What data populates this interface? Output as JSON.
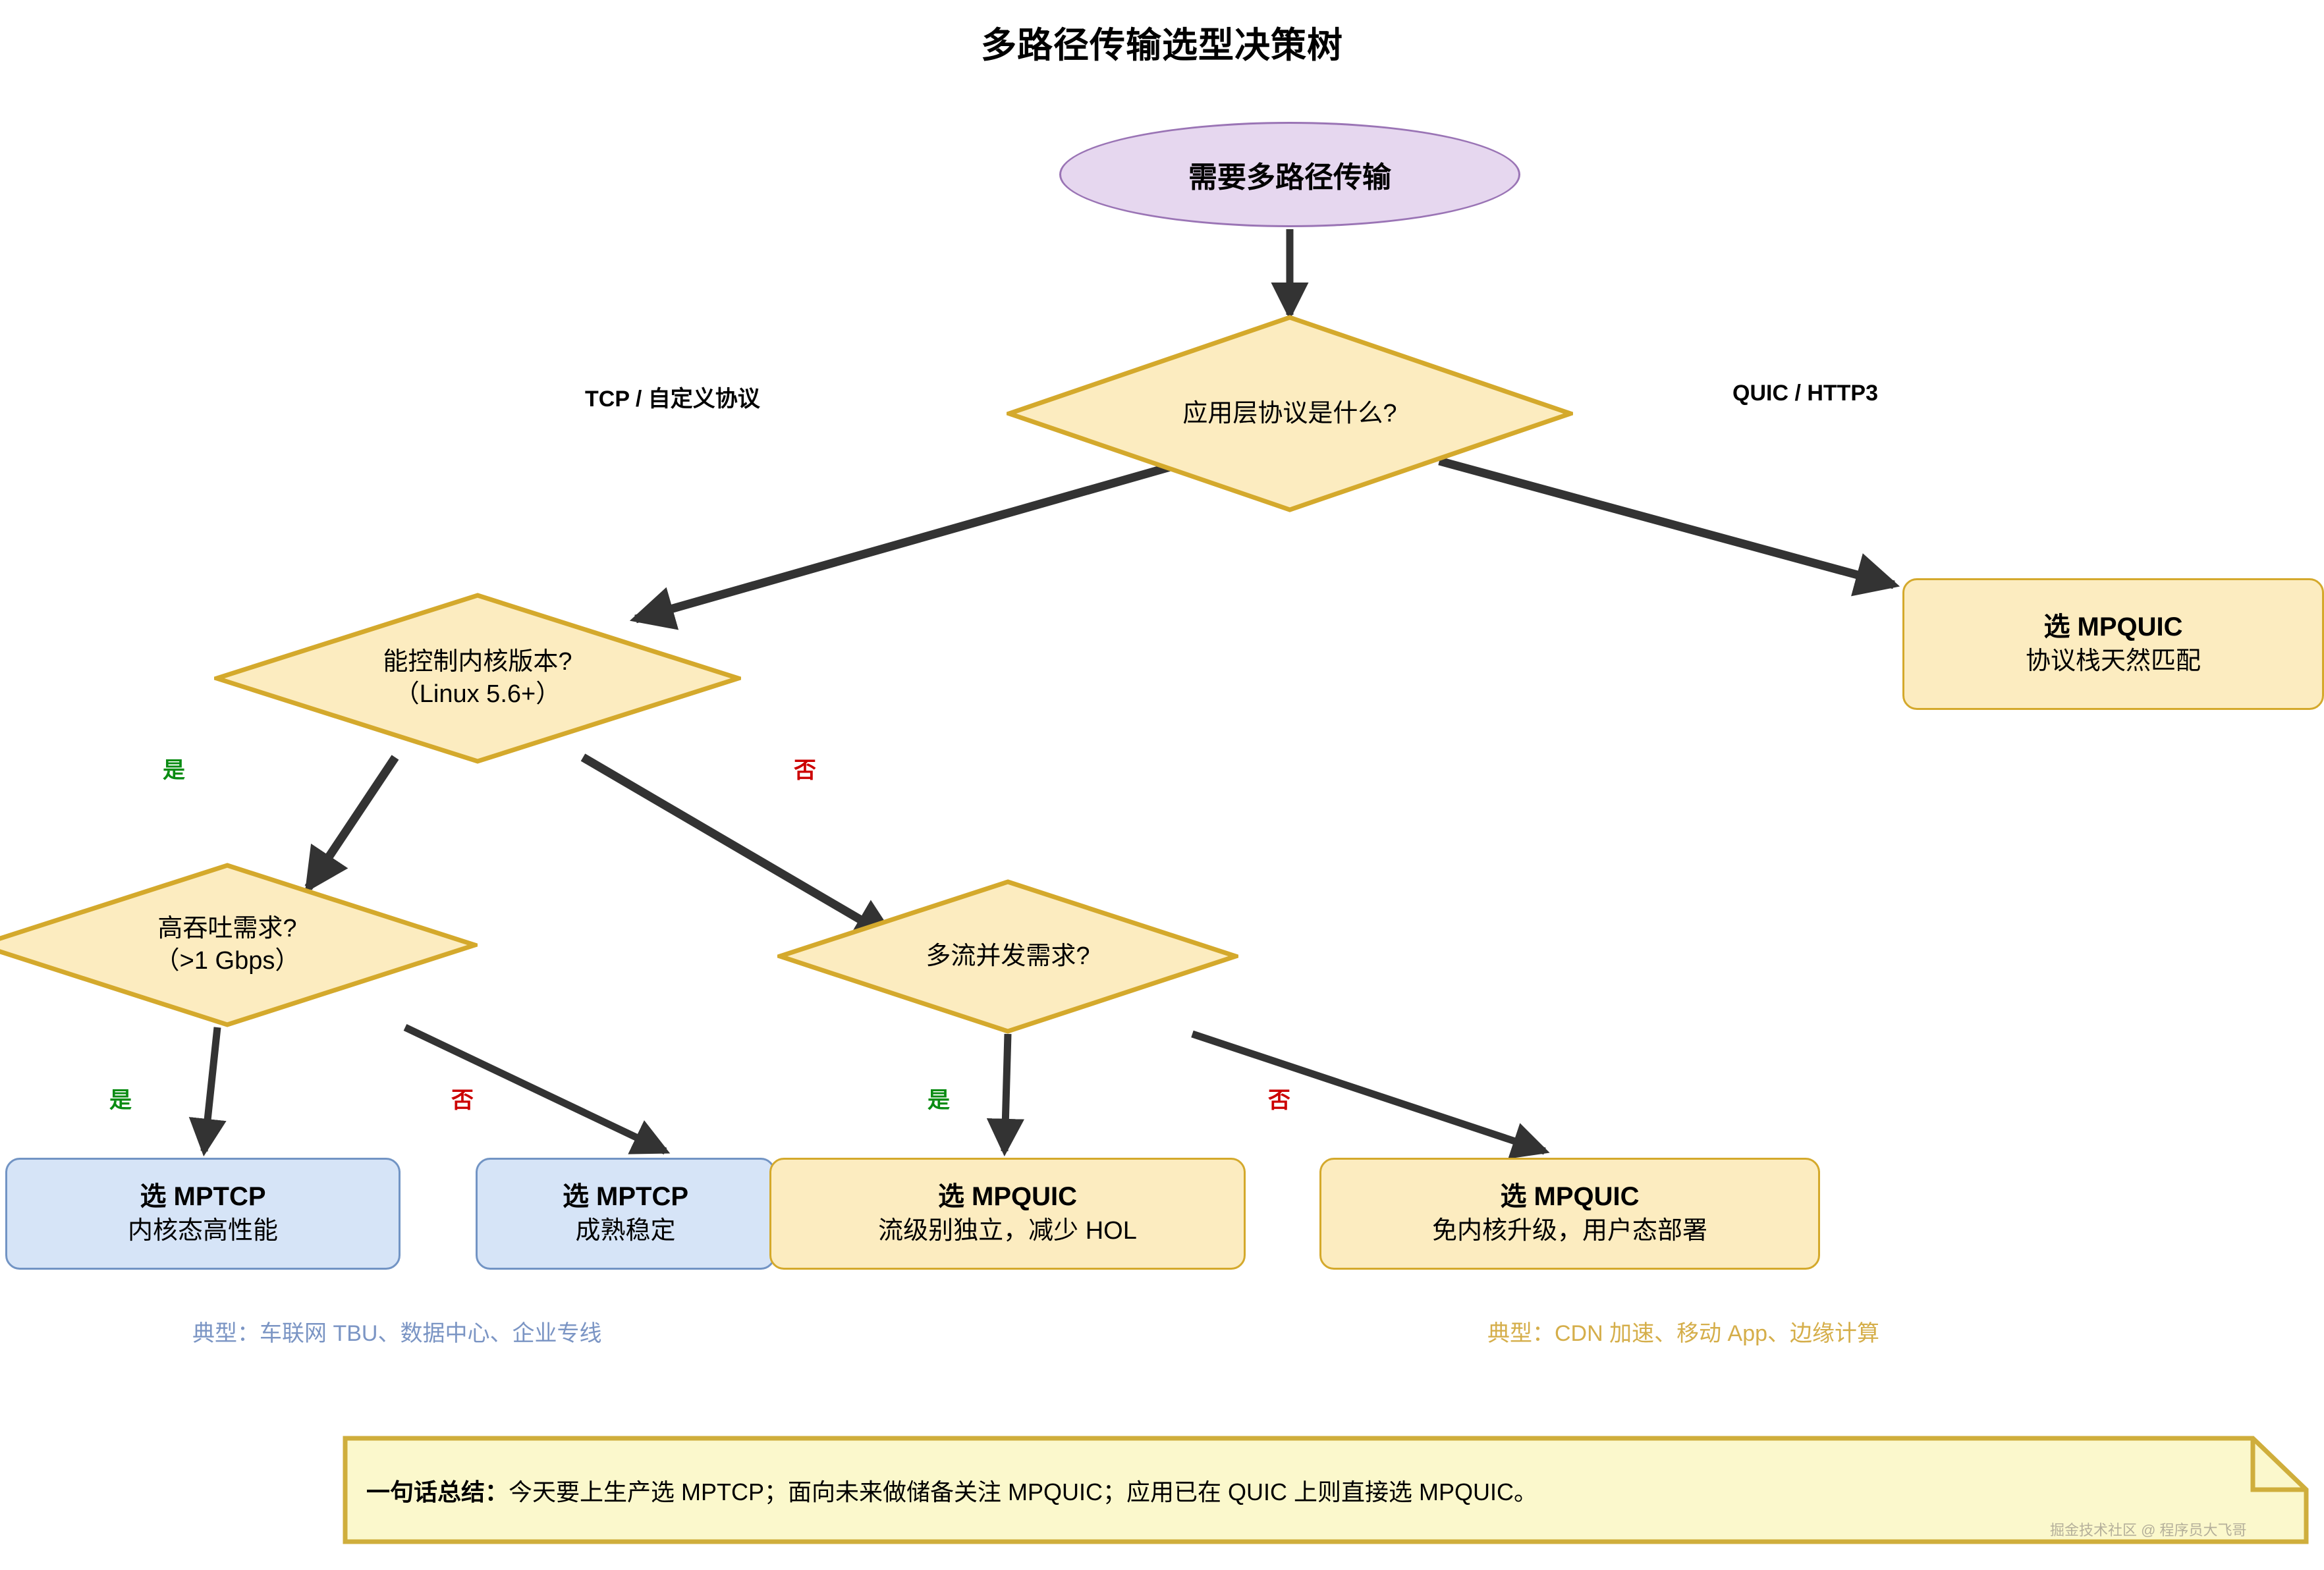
{
  "title": "多路径传输选型决策树",
  "nodes": {
    "start": {
      "label": "需要多路径传输"
    },
    "d_app_proto": {
      "line1": "应用层协议是什么?",
      "line2": ""
    },
    "d_kernel": {
      "line1": "能控制内核版本?",
      "line2": "（Linux 5.6+）"
    },
    "d_throughput": {
      "line1": "高吞吐需求?",
      "line2": "（>1 Gbps）"
    },
    "d_multistream": {
      "line1": "多流并发需求?",
      "line2": ""
    },
    "r_mpquic_right": {
      "line1": "选 MPQUIC",
      "line2": "协议栈天然匹配"
    },
    "r_mptcp_kernel": {
      "line1": "选 MPTCP",
      "line2": "内核态高性能"
    },
    "r_mptcp_stable": {
      "line1": "选 MPTCP",
      "line2": "成熟稳定"
    },
    "r_mpquic_hol": {
      "line1": "选 MPQUIC",
      "line2": "流级别独立，减少 HOL"
    },
    "r_mpquic_userspace": {
      "line1": "选 MPQUIC",
      "line2": "免内核升级，用户态部署"
    }
  },
  "edge_labels": {
    "tcp_custom": "TCP / 自定义协议",
    "quic_http3": "QUIC / HTTP3",
    "kernel_yes": "是",
    "kernel_no": "否",
    "throughput_yes": "是",
    "throughput_no": "否",
    "multistream_yes": "是",
    "multistream_no": "否"
  },
  "captions": {
    "mptcp_examples": "典型：车联网 TBU、数据中心、企业专线",
    "mpquic_examples": "典型：CDN 加速、移动 App、边缘计算"
  },
  "note": {
    "prefix": "一句话总结：",
    "body": "今天要上生产选 MPTCP；面向未来做储备关注 MPQUIC；应用已在 QUIC 上则直接选 MPQUIC。"
  },
  "watermark": "掘金技术社区 @ 程序员大飞哥",
  "colors": {
    "decision_fill": "#fcecc0",
    "decision_stroke": "#d4a92c",
    "start_fill": "#e6d7ef",
    "start_stroke": "#9a74b5",
    "result_blue_fill": "#d6e4f7",
    "result_blue_stroke": "#7294c4",
    "note_fill": "#fbf8cc",
    "note_stroke": "#cfae3c",
    "edge_stroke": "#333333",
    "yes_color": "#0a8c13",
    "no_color": "#cc0000"
  }
}
